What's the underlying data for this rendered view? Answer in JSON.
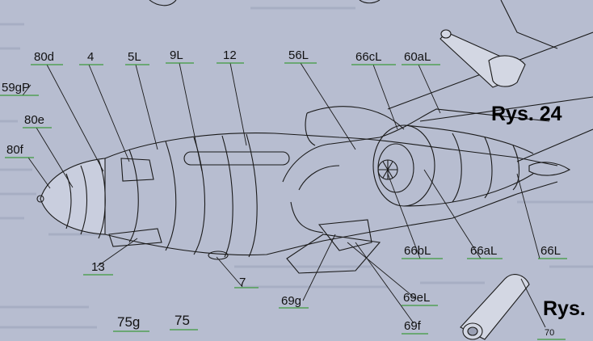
{
  "figure_title": "Rys. 24",
  "figure_title_next": "Rys.",
  "labels": [
    "80d",
    "4",
    "5L",
    "9L",
    "12",
    "56L",
    "66cL",
    "60aL",
    "59gP",
    "80e",
    "80f",
    "13",
    "7",
    "69g",
    "66bL",
    "66aL",
    "66L",
    "69eL",
    "69f",
    "75g",
    "75",
    "70"
  ],
  "colors": {
    "page": "#b7bdd0",
    "line": "#1a1a1a",
    "underline_green": "#3e9a3e"
  }
}
